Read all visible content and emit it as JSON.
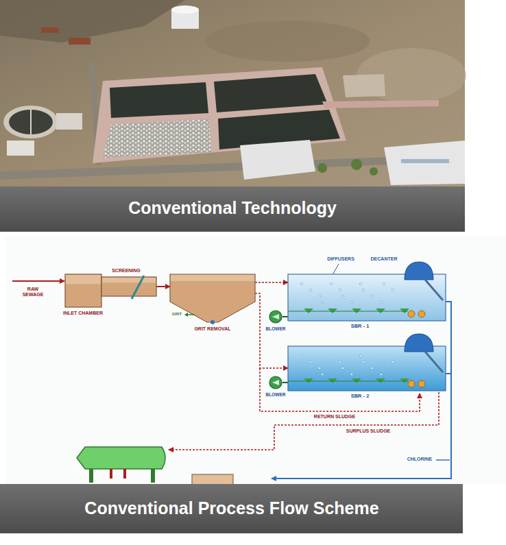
{
  "diagram": {
    "nodes": [
      {
        "text": [
          "INLET CHAMBER"
        ]
      },
      {
        "text": [
          "SCREENING"
        ]
      },
      {
        "text": [
          "GRIT REMOVAL"
        ]
      },
      {
        "text": [
          "SBR - 1"
        ]
      },
      {
        "text": [
          "BLOWER"
        ]
      },
      {
        "text": [
          "SBR - 2"
        ]
      },
      {
        "text": [
          "BLOWER"
        ]
      }
    ],
    "edges": [
      {
        "from": 1,
        "to": 2,
        "arrow": "to"
      },
      {
        "from": 2,
        "to": 3,
        "arrow": "to"
      },
      {
        "from": 2,
        "to": 5,
        "arrow": "to"
      },
      {
        "from": 4,
        "to": 3,
        "arrow": "none"
      },
      {
        "from": 6,
        "to": 5,
        "arrow": "none"
      }
    ],
    "labels": [
      "RAW SEWAGE",
      "GRIT",
      "DIFFUSERS",
      "DECANTER",
      "RETURN SLUDGE",
      "SURPLUS SLUDGE",
      "CHLORINE",
      "Conventional Technology",
      "Conventional Process Flow Scheme"
    ]
  }
}
